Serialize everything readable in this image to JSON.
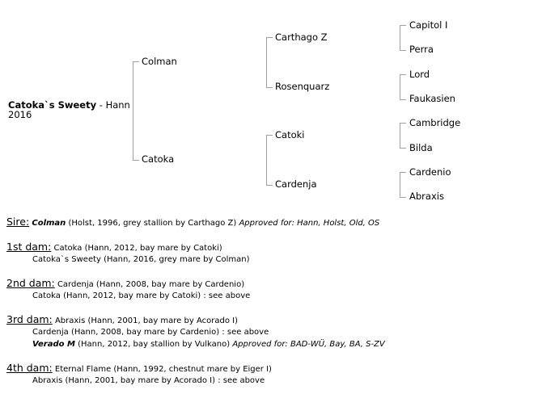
{
  "pedigree": {
    "root": {
      "name": "Catoka`s Sweety",
      "suffix": " - Hann",
      "year": "2016"
    },
    "gen1": [
      "Colman",
      "Catoka"
    ],
    "gen2": [
      "Carthago Z",
      "Rosenquarz",
      "Catoki",
      "Cardenja"
    ],
    "gen3": [
      "Capitol I",
      "Perra",
      "Lord",
      "Faukasien",
      "Cambridge",
      "Bilda",
      "Cardenio",
      "Abraxis"
    ]
  },
  "family": {
    "sire": {
      "heading": "Sire:",
      "name": "Colman",
      "details": " (Holst, 1996, grey stallion by Carthago Z) ",
      "approved": "Approved for: Hann, Holst, Old, OS"
    },
    "dam1": {
      "heading": "1st dam:",
      "text": " Catoka (Hann, 2012, bay mare by Catoki)",
      "offspring": [
        "Catoka`s Sweety (Hann, 2016, grey mare by Colman)"
      ]
    },
    "dam2": {
      "heading": "2nd dam:",
      "text": " Cardenja (Hann, 2008, bay mare by Cardenio)",
      "offspring": [
        "Catoka (Hann, 2012, bay mare by Catoki) : see above"
      ]
    },
    "dam3": {
      "heading": "3rd dam:",
      "text": " Abraxis (Hann, 2001, bay mare by Acorado I)",
      "offspring": [
        "Cardenja (Hann, 2008, bay mare by Cardenio) : see above"
      ],
      "stallion": {
        "name": "Verado M",
        "details": " (Hann, 2012, bay stallion by Vulkano) ",
        "approved": "Approved for: BAD-WÜ, Bay, BA, S-ZV"
      }
    },
    "dam4": {
      "heading": "4th dam:",
      "text": " Eternal Flame (Hann, 1992, chestnut mare by Eiger I)",
      "offspring": [
        "Abraxis (Hann, 2001, bay mare by Acorado I) : see above"
      ]
    }
  }
}
